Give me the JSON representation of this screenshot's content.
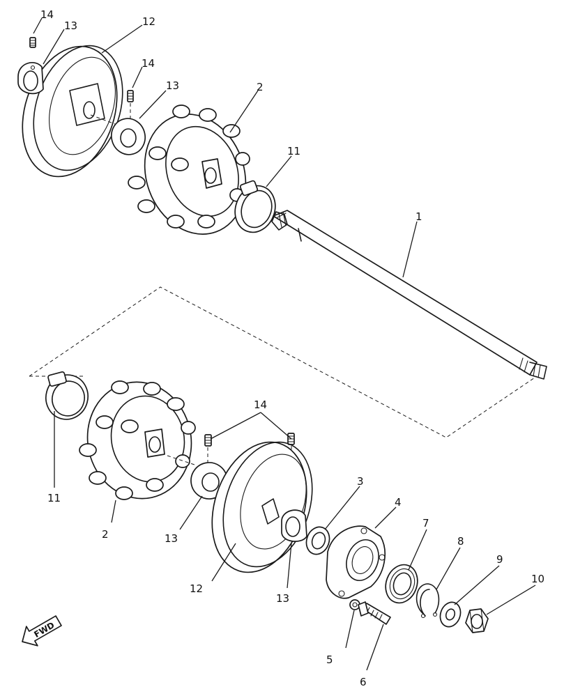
{
  "callouts": {
    "c1": "1",
    "c2_top": "2",
    "c2_bottom": "2",
    "c3": "3",
    "c4": "4",
    "c5": "5",
    "c6": "6",
    "c7": "7",
    "c8": "8",
    "c9": "9",
    "c10": "10",
    "c11_top": "11",
    "c11_bottom": "11",
    "c12_top": "12",
    "c12_bottom": "12",
    "c13_top_left": "13",
    "c13_top_mid": "13",
    "c13_bottom_left": "13",
    "c13_bottom_right": "13",
    "c14_top_left": "14",
    "c14_top_mid": "14",
    "c14_bottom": "14"
  },
  "fwd_label": "FWD"
}
